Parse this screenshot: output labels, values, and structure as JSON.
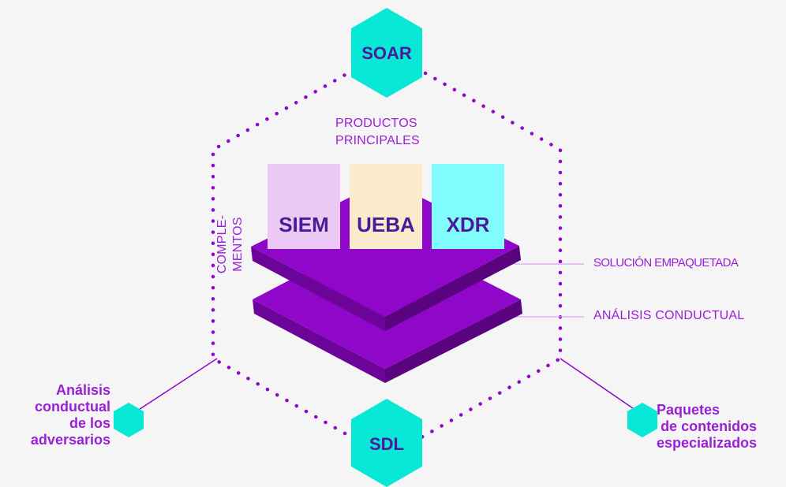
{
  "top_clipped_text": "",
  "hexagons": {
    "top": "SOAR",
    "bottom": "SDL"
  },
  "productos_principales": [
    "PRODUCTOS",
    "PRINCIPALES"
  ],
  "complementos": [
    "COMPLE-",
    "MENTOS"
  ],
  "products": [
    {
      "label": "SIEM",
      "color": "#ecc9f5"
    },
    {
      "label": "UEBA",
      "color": "#faebcc"
    },
    {
      "label": "XDR",
      "color": "#7ffcfb"
    }
  ],
  "layers": [
    "SOLUCIÓN EMPAQUETADA",
    "ANÁLISIS CONDUCTUAL"
  ],
  "left_label": [
    "Análisis",
    "conductual",
    "de los",
    "adversarios"
  ],
  "right_label": [
    "Paquetes",
    "de contenidos",
    "especializados"
  ],
  "colors": {
    "accent": "#9a1fd6",
    "layer_top": "#8f07c8",
    "layer_side": "#6d049a",
    "hex": "#08e8d6",
    "dots": "#8f07c8",
    "text_dark": "#4a1a9a"
  }
}
